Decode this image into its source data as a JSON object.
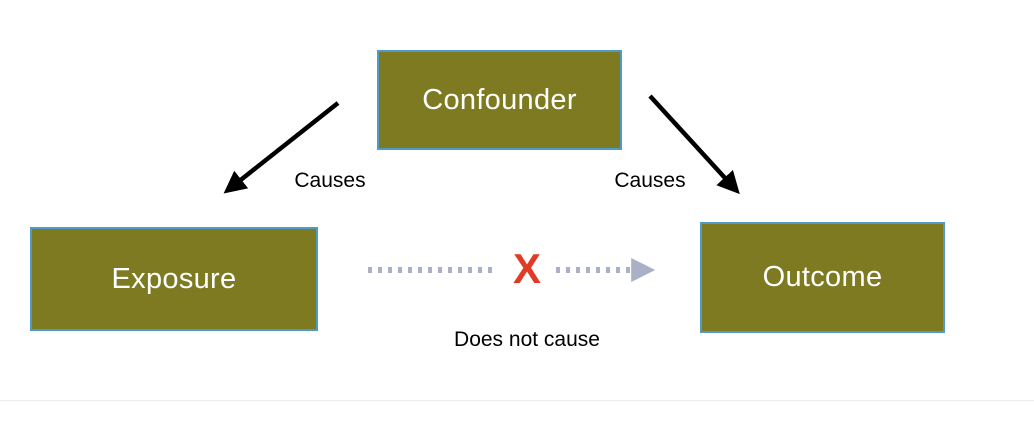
{
  "nodes": {
    "confounder": {
      "label": "Confounder"
    },
    "exposure": {
      "label": "Exposure"
    },
    "outcome": {
      "label": "Outcome"
    }
  },
  "edges": {
    "confounder_to_exposure": {
      "label": "Causes",
      "style": "solid-arrow"
    },
    "confounder_to_outcome": {
      "label": "Causes",
      "style": "solid-arrow"
    },
    "exposure_to_outcome": {
      "label": "Does not cause",
      "style": "dotted-arrow-crossed",
      "x_symbol": "X"
    }
  },
  "colors": {
    "node_fill": "#7e7a21",
    "node_border": "#4f9bc8",
    "node_text": "#ffffff",
    "solid_arrow": "#000000",
    "dotted_arrow": "#a9b0c8",
    "x_mark": "#e13b27"
  }
}
